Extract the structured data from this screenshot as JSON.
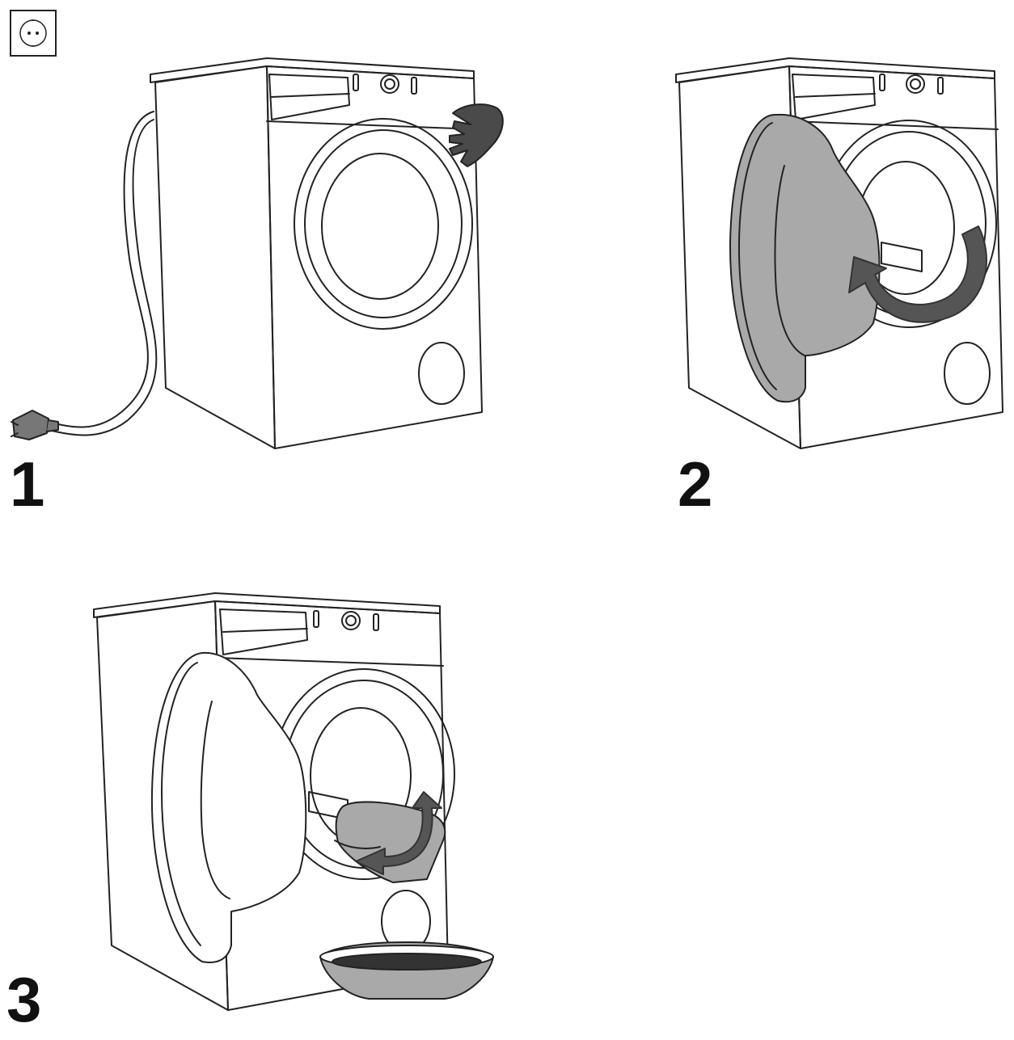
{
  "steps": [
    {
      "number": "1"
    },
    {
      "number": "2"
    },
    {
      "number": "3"
    }
  ],
  "icons": {
    "socket": "power-socket-icon",
    "plug": "unplugged-plug-icon",
    "hand": "hand-icon",
    "arrow": "rotate-arrow-icon",
    "bowl": "water-bowl-icon"
  },
  "colors": {
    "line": "#222222",
    "fill_gray": "#a9a9a9",
    "arrow_dark": "#555555",
    "hand_dark": "#4a4a4a",
    "water_dark": "#333333"
  }
}
